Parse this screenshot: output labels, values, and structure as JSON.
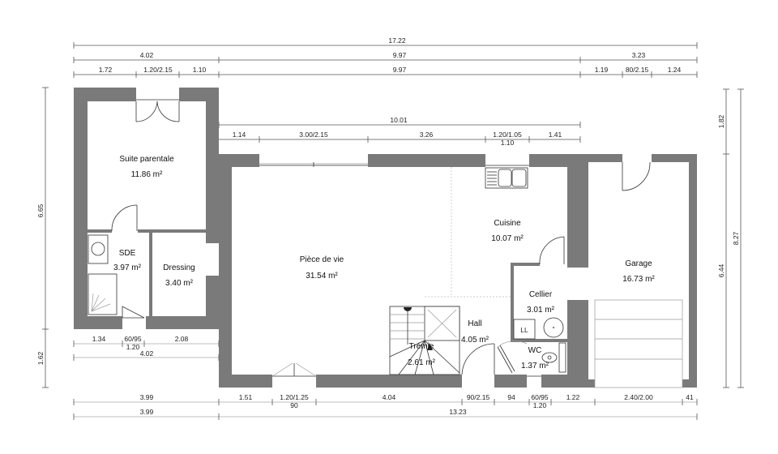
{
  "plan": {
    "colors": {
      "wall": "#7a7a7a",
      "background": "#ffffff",
      "dimension_line": "#555555"
    },
    "rooms": [
      {
        "name": "Suite parentale",
        "area": "11.86 m²"
      },
      {
        "name": "SDE",
        "area": "3.97 m²"
      },
      {
        "name": "Dressing",
        "area": "3.40 m²"
      },
      {
        "name": "Pièce de vie",
        "area": "31.54 m²"
      },
      {
        "name": "Cuisine",
        "area": "10.07 m²"
      },
      {
        "name": "Cellier",
        "area": "3.01 m²"
      },
      {
        "name": "Hall",
        "area": "4.05 m²"
      },
      {
        "name": "Trémie",
        "area": "2.61 m²"
      },
      {
        "name": "WC",
        "area": "1.37 m²"
      },
      {
        "name": "Garage",
        "area": "16.73 m²"
      }
    ],
    "fixture_labels": {
      "laundry": "LL"
    },
    "dimensions": {
      "top": {
        "overall": "17.22",
        "row2": [
          "4.02",
          "9.97",
          "3.23"
        ],
        "row3": [
          "1.72",
          "1.20/2.15",
          "1.10",
          "9.97",
          "1.19",
          "80/2.15",
          "1.24"
        ]
      },
      "inner_top": {
        "overall": "10.01",
        "segments": [
          "1.14",
          "3.00/2.15",
          "3.26",
          "1.20/1.05",
          "1.41"
        ],
        "sub": "1.10"
      },
      "left_bottom": {
        "segments": [
          "1.34",
          "60/95",
          "2.08"
        ],
        "sub": "1.20",
        "overall": "4.02"
      },
      "bottom": {
        "row1": [
          "3.99",
          "1.51",
          "1.20/1.25",
          "4.04",
          "90/2.15",
          "94",
          "60/95",
          "1.22",
          "2.40/2.00",
          "41"
        ],
        "row1_subs": [
          "90",
          "1.20"
        ],
        "row2": [
          "3.99",
          "13.23"
        ]
      },
      "left": [
        "6.65",
        "1.62"
      ],
      "right": {
        "inner": [
          "1.82",
          "6.44"
        ],
        "outer": "8.27"
      }
    }
  }
}
